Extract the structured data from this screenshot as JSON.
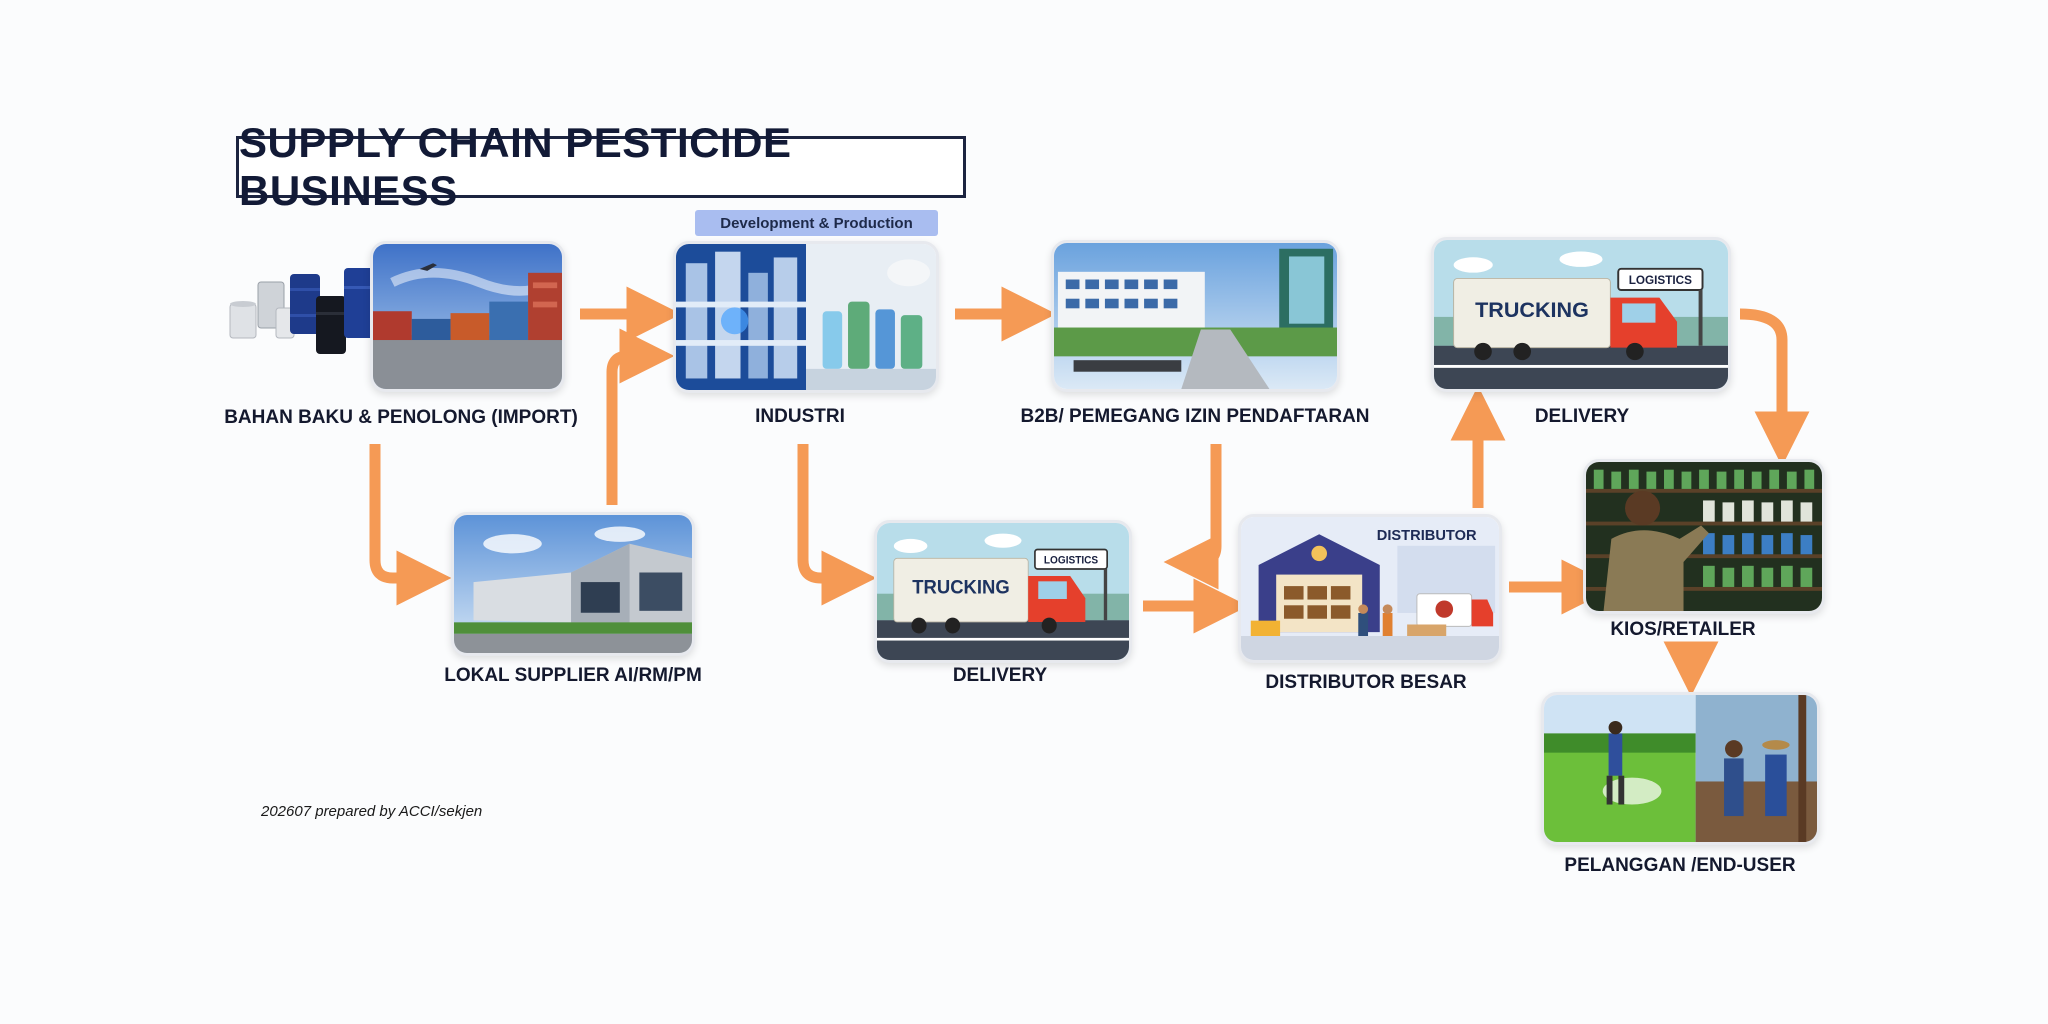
{
  "title": "SUPPLY CHAIN PESTICIDE BUSINESS",
  "stage_tag": "Development & Production",
  "credit": "202607 prepared by ACCI/sekjen",
  "nodes": {
    "bahan_baku": "BAHAN BAKU & PENOLONG (IMPORT)",
    "lokal_supplier": "LOKAL SUPPLIER AI/RM/PM",
    "industri": "INDUSTRI",
    "b2b": "B2B/ PEMEGANG IZIN PENDAFTARAN",
    "delivery_bottom": "DELIVERY",
    "delivery_top": "DELIVERY",
    "distributor_besar": "DISTRIBUTOR BESAR",
    "kios": "KIOS/RETAILER",
    "pelanggan": "PELANGGAN /END-USER"
  },
  "image_text": {
    "trucking": "TRUCKING",
    "logistics": "LOGISTICS",
    "distributor": "DISTRIBUTOR"
  },
  "colors": {
    "arrow": "#f59a55",
    "title_border": "#1c2440",
    "tag_bg": "#a9bdf0",
    "truck_cab": "#e5402c"
  }
}
